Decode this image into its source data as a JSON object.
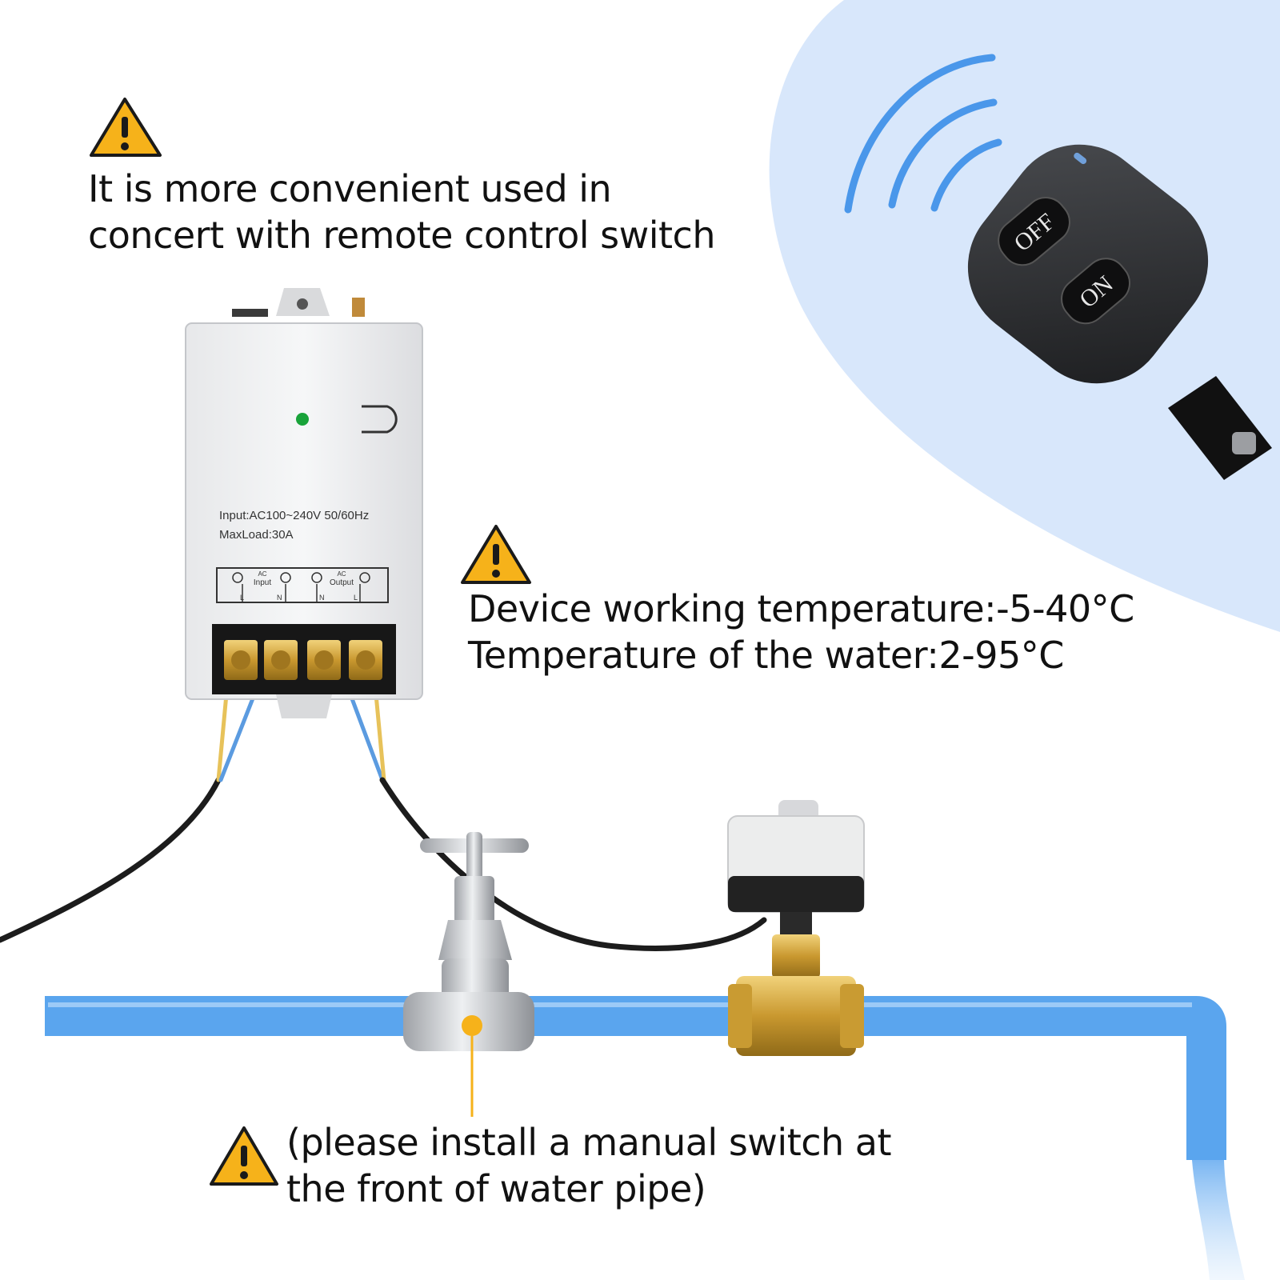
{
  "notes": {
    "remote": {
      "line1": "It is more convenient used in",
      "line2": "concert with remote control switch"
    },
    "temperature": {
      "line1": "Device working temperature:-5-40°C",
      "line2": "Temperature of the water:2-95°C"
    },
    "manual_switch": {
      "line1": "(please install a manual switch at",
      "line2": "the front of water pipe)"
    }
  },
  "receiver": {
    "spec_input": "Input:AC100~240V 50/60Hz",
    "spec_load": "MaxLoad:30A",
    "terminal_ac": "AC",
    "terminal_input": "Input",
    "terminal_output": "Output",
    "pin_l": "L",
    "pin_n": "N"
  },
  "remote": {
    "off_label": "OFF",
    "on_label": "ON"
  },
  "colors": {
    "warning": "#f6b21a",
    "pipe": "#5aa5ee",
    "pipe_highlight": "#9ccaf7",
    "remote_bg": "#d8e7fb",
    "brass": "#d4a93a",
    "cable": "#1c1c1c",
    "wire_blue": "#5b9be0",
    "wire_yellow": "#e7c25a"
  }
}
